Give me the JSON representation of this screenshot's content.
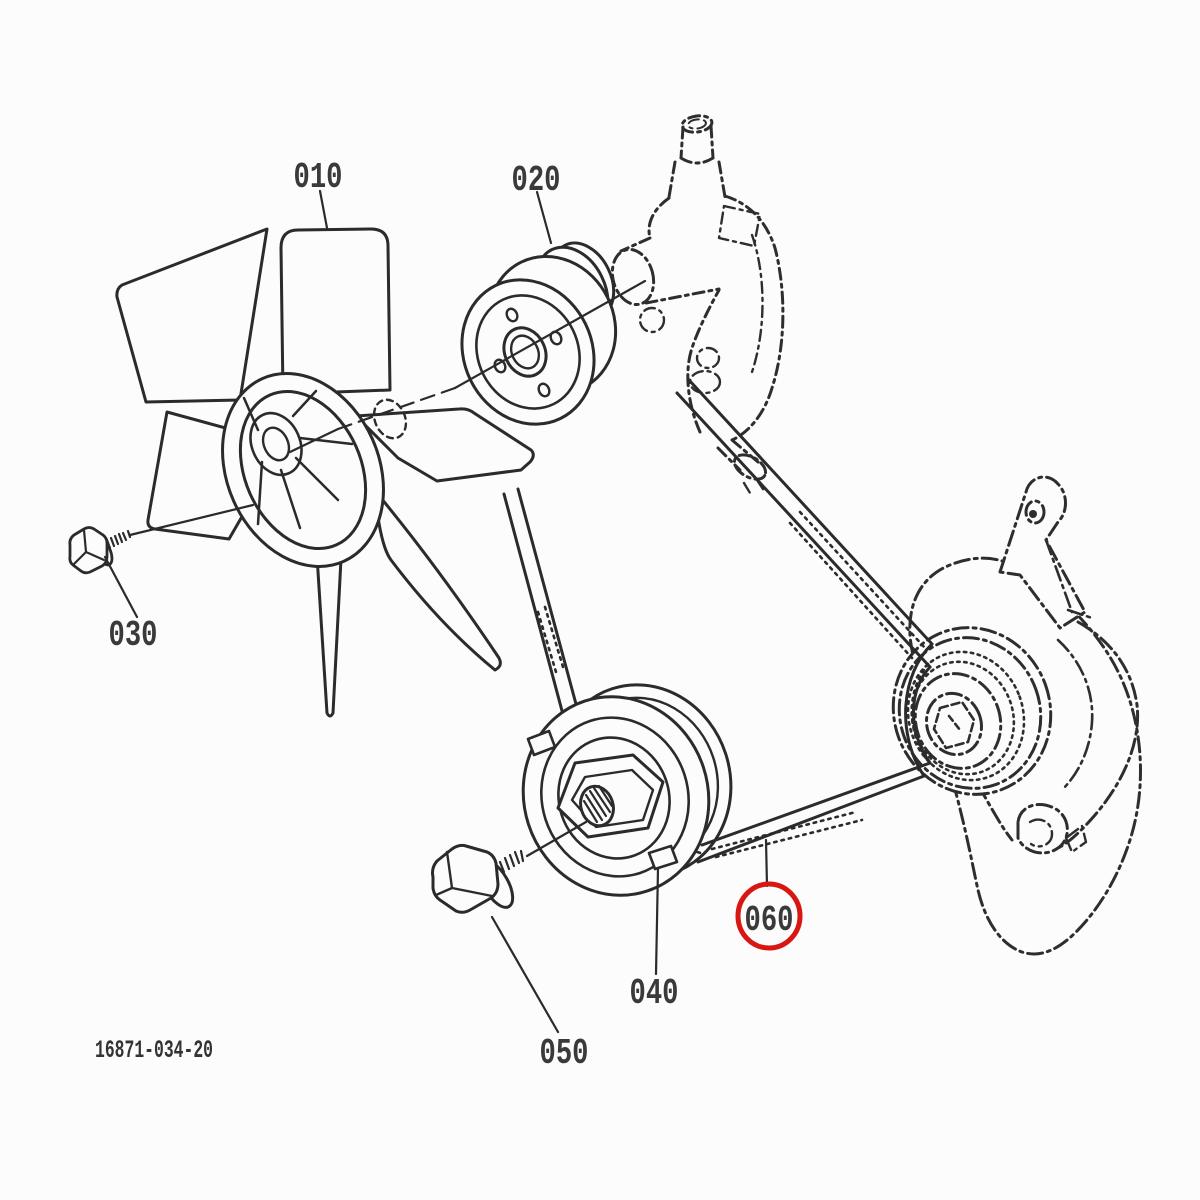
{
  "diagram": {
    "figure_code": "16871-034-20",
    "part_labels": [
      {
        "label": "010",
        "highlighted": false
      },
      {
        "label": "020",
        "highlighted": false
      },
      {
        "label": "030",
        "highlighted": false
      },
      {
        "label": "040",
        "highlighted": false
      },
      {
        "label": "050",
        "highlighted": false
      },
      {
        "label": "060",
        "highlighted": true
      }
    ],
    "highlight": {
      "part": "060",
      "shape": "circle",
      "color": "#d81712"
    },
    "colors": {
      "line": "#2b2b2b",
      "background": "#fcfcfc",
      "label_text": "#3a3a3a"
    }
  }
}
